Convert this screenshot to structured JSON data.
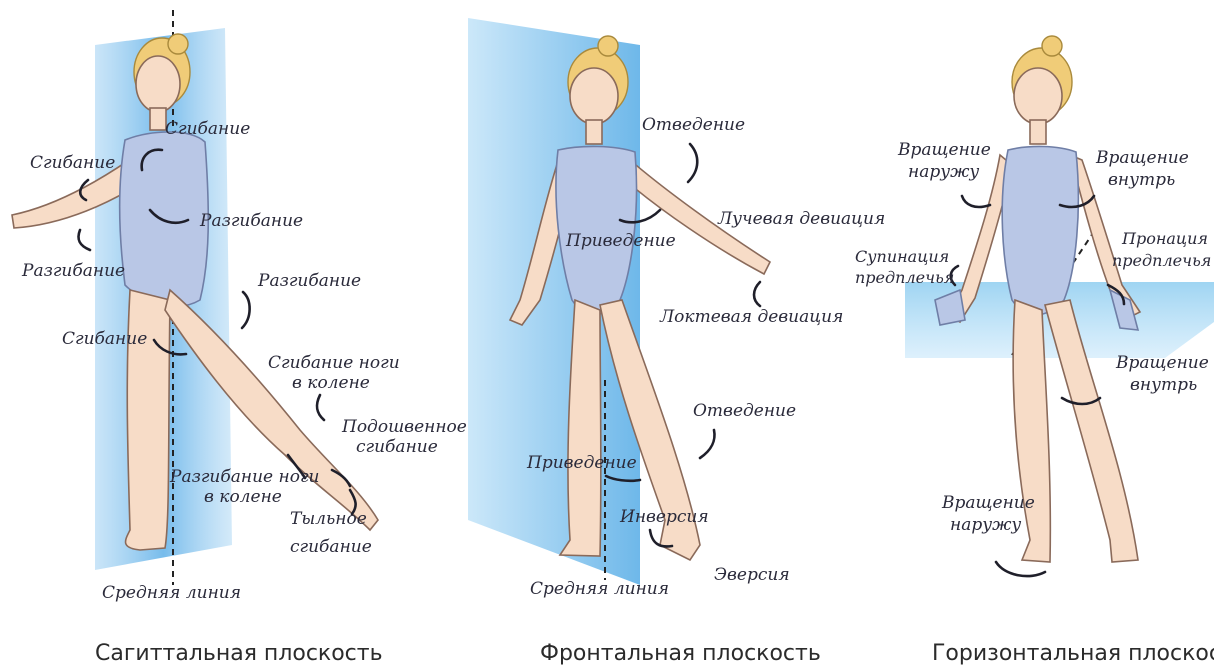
{
  "panels": {
    "sagittal": {
      "title": "Сагиттальная плоскость",
      "labels": {
        "flexion_top": "Сгибание",
        "flexion_arm": "Сгибание",
        "extension_arm": "Разгибание",
        "extension_shoulder": "Разгибание",
        "extension_hip": "Разгибание",
        "flexion_hip": "Сгибание",
        "knee_flexion_1": "Сгибание ноги",
        "knee_flexion_2": "в колене",
        "plantar_1": "Подошвенное",
        "plantar_2": "сгибание",
        "knee_extension_1": "Разгибание ноги",
        "knee_extension_2": "в колене",
        "dorsal_1": "Тыльное",
        "dorsal_2": "сгибание",
        "midline": "Средняя линия"
      },
      "plane_color": "#8fc4ec"
    },
    "frontal": {
      "title": "Фронтальная плоскость",
      "labels": {
        "abduction_arm": "Отведение",
        "radial_dev": "Лучевая девиация",
        "adduction_arm": "Приведение",
        "ulnar_dev": "Локтевая девиация",
        "abduction_leg": "Отведение",
        "adduction_leg": "Приведение",
        "inversion": "Инверсия",
        "eversion": "Эверсия",
        "midline": "Средняя линия"
      },
      "plane_color": "#8fc4ec"
    },
    "horizontal": {
      "title": "Горизонтальная плоскость",
      "labels": {
        "ext_rot_1": "Вращение",
        "ext_rot_2": "наружу",
        "int_rot_1": "Вращение",
        "int_rot_2": "внутрь",
        "supination_1": "Супинация",
        "supination_2": "предплечья",
        "pronation_1": "Пронация",
        "pronation_2": "предплечья",
        "int_rot_leg_1": "Вращение",
        "int_rot_leg_2": "внутрь",
        "ext_rot_leg_1": "Вращение",
        "ext_rot_leg_2": "наружу"
      },
      "plane_color": "#8fc4ec"
    }
  }
}
